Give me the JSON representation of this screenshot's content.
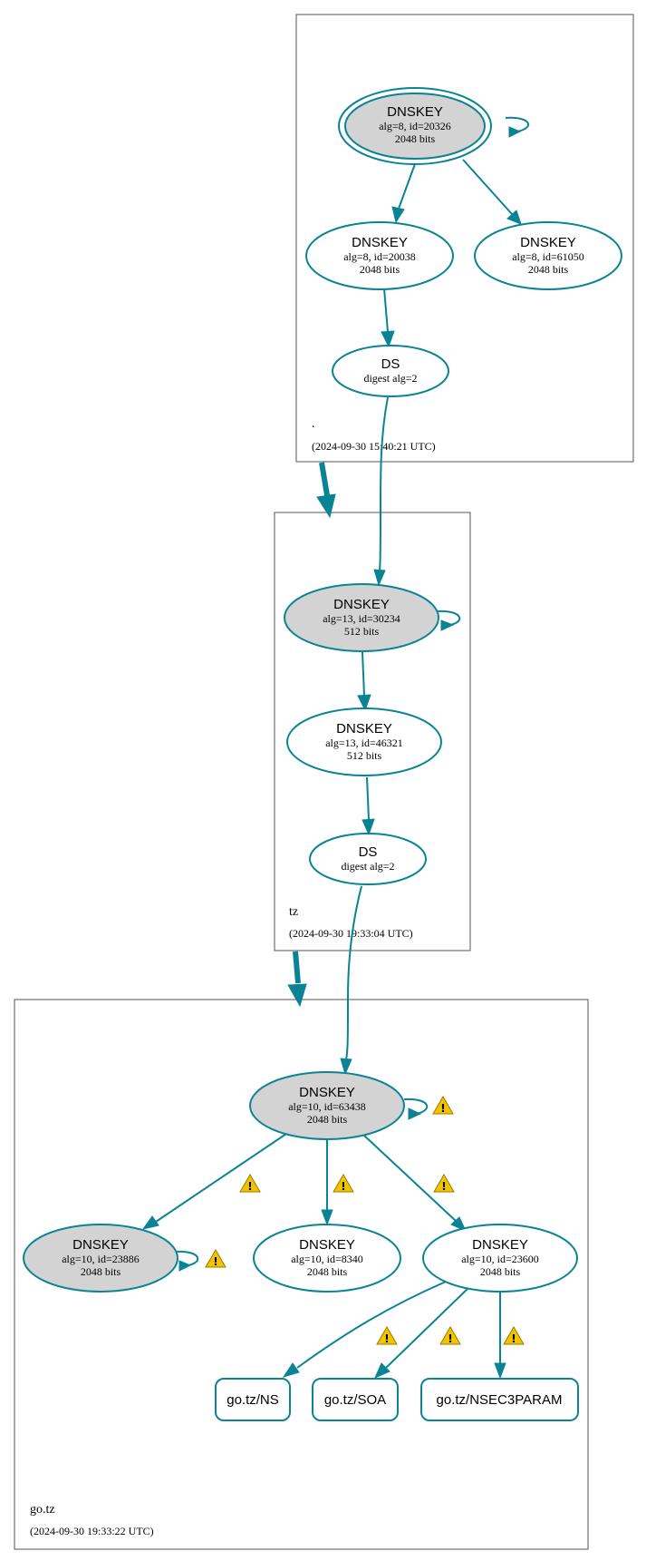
{
  "colors": {
    "edge": "#0a8495",
    "ksk_fill": "#d3d3d3",
    "zsk_fill": "#ffffff",
    "warning": "#f2c400",
    "zone_border": "#555555"
  },
  "zones": {
    "root": {
      "name": ".",
      "timestamp": "(2024-09-30 15:40:21 UTC)"
    },
    "tz": {
      "name": "tz",
      "timestamp": "(2024-09-30 19:33:04 UTC)"
    },
    "gotz": {
      "name": "go.tz",
      "timestamp": "(2024-09-30 19:33:22 UTC)"
    }
  },
  "nodes": {
    "root_ksk": {
      "title": "DNSKEY",
      "line1": "alg=8, id=20326",
      "line2": "2048 bits"
    },
    "root_zsk1": {
      "title": "DNSKEY",
      "line1": "alg=8, id=20038",
      "line2": "2048 bits"
    },
    "root_zsk2": {
      "title": "DNSKEY",
      "line1": "alg=8, id=61050",
      "line2": "2048 bits"
    },
    "root_ds": {
      "title": "DS",
      "line1": "digest alg=2"
    },
    "tz_ksk": {
      "title": "DNSKEY",
      "line1": "alg=13, id=30234",
      "line2": "512 bits"
    },
    "tz_zsk": {
      "title": "DNSKEY",
      "line1": "alg=13, id=46321",
      "line2": "512 bits"
    },
    "tz_ds": {
      "title": "DS",
      "line1": "digest alg=2"
    },
    "gotz_ksk": {
      "title": "DNSKEY",
      "line1": "alg=10, id=63438",
      "line2": "2048 bits"
    },
    "gotz_key_23886": {
      "title": "DNSKEY",
      "line1": "alg=10, id=23886",
      "line2": "2048 bits"
    },
    "gotz_key_8340": {
      "title": "DNSKEY",
      "line1": "alg=10, id=8340",
      "line2": "2048 bits"
    },
    "gotz_key_23600": {
      "title": "DNSKEY",
      "line1": "alg=10, id=23600",
      "line2": "2048 bits"
    }
  },
  "rrsets": {
    "ns": {
      "label": "go.tz/NS"
    },
    "soa": {
      "label": "go.tz/SOA"
    },
    "nsec3param": {
      "label": "go.tz/NSEC3PARAM"
    }
  },
  "warning_icon": {
    "name": "warning-icon",
    "glyph": "!"
  }
}
